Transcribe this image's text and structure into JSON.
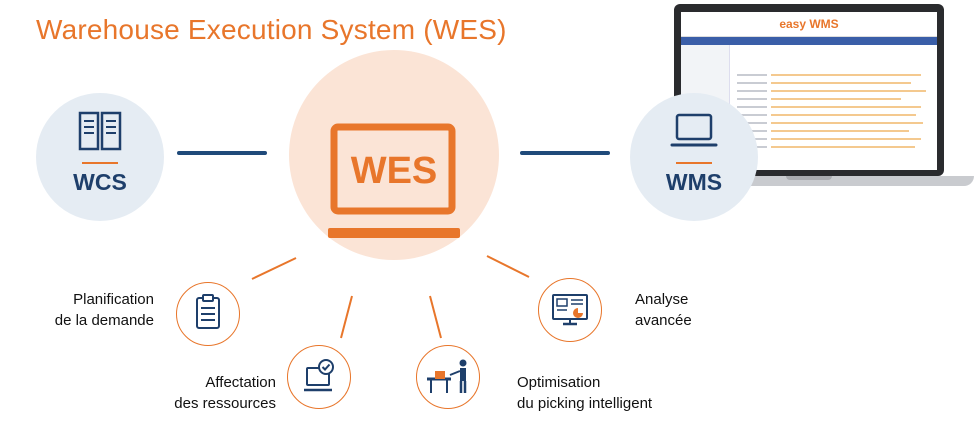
{
  "title": "Warehouse Execution System (WES)",
  "center": {
    "label": "WES",
    "icon": "laptop-icon"
  },
  "left_system": {
    "label": "WCS",
    "icon": "server-rack-icon"
  },
  "right_system": {
    "label": "WMS",
    "icon": "laptop-icon"
  },
  "laptop_screen": {
    "brand": "easy WMS"
  },
  "features": [
    {
      "line1": "Planification",
      "line2": "de la demande",
      "icon": "clipboard-checklist-icon"
    },
    {
      "line1": "Affectation",
      "line2": "des ressources",
      "icon": "monitor-check-icon"
    },
    {
      "line1": "Optimisation",
      "line2": "du picking intelligent",
      "icon": "worker-picking-icon"
    },
    {
      "line1": "Analyse",
      "line2": "avancée",
      "icon": "analytics-monitor-icon"
    }
  ],
  "colors": {
    "accent": "#e8762b",
    "navy": "#1e3f6b",
    "connector": "#1f4a7a",
    "light_blue": "#e5ecf3",
    "peach": "#fbe4d6"
  }
}
